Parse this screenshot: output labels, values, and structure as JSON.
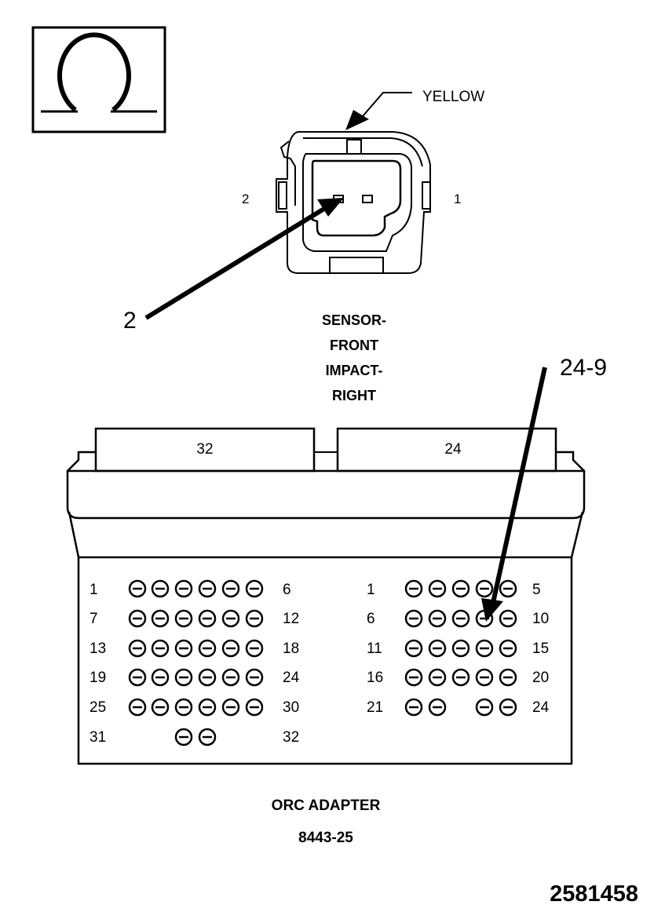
{
  "meter_icon": "ohm-symbol-icon",
  "sensor": {
    "wire_color": "YELLOW",
    "pin_left": "2",
    "pin_right": "1",
    "callout": "2",
    "name_lines": [
      "SENSOR-",
      "FRONT",
      "IMPACT-",
      "RIGHT"
    ]
  },
  "adapter": {
    "connector_a_label": "32",
    "connector_b_label": "24",
    "callout": "24-9",
    "left_rows": [
      {
        "start": "1",
        "end": "6"
      },
      {
        "start": "7",
        "end": "12"
      },
      {
        "start": "13",
        "end": "18"
      },
      {
        "start": "19",
        "end": "24"
      },
      {
        "start": "25",
        "end": "30"
      },
      {
        "start": "31",
        "end": "32"
      }
    ],
    "right_rows": [
      {
        "start": "1",
        "end": "5"
      },
      {
        "start": "6",
        "end": "10"
      },
      {
        "start": "11",
        "end": "15"
      },
      {
        "start": "16",
        "end": "20"
      },
      {
        "start": "21",
        "end": "24"
      }
    ],
    "name": "ORC ADAPTER",
    "part_number": "8443-25"
  },
  "figure_number": "2581458"
}
